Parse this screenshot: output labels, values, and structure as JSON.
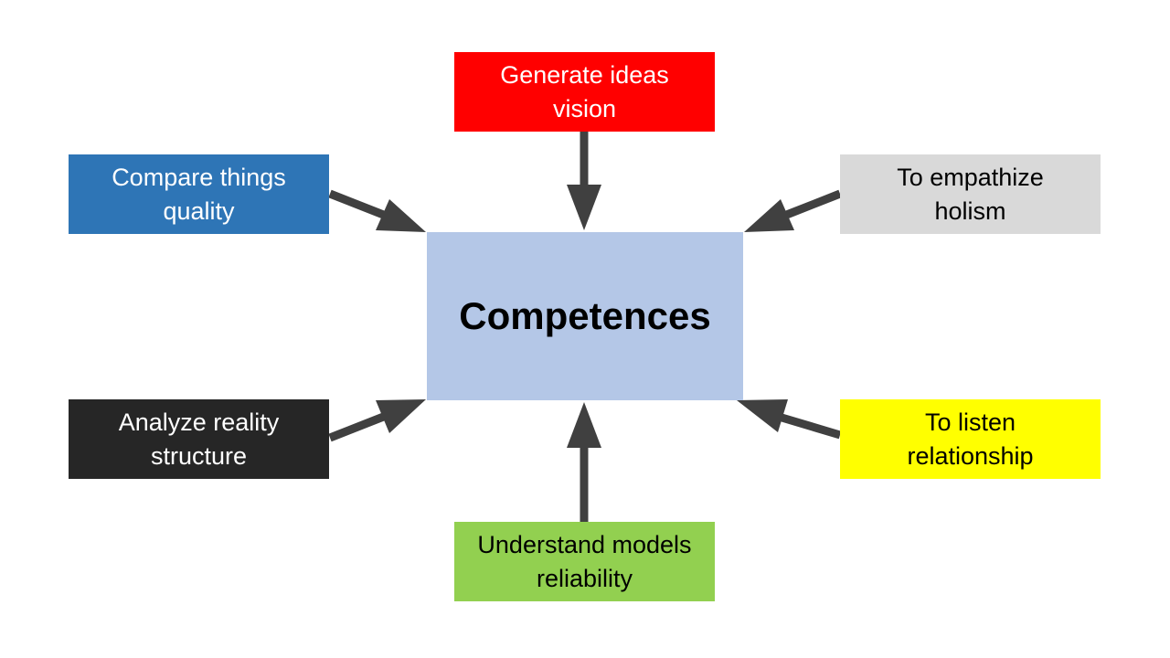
{
  "center": {
    "label": "Competences",
    "bg": "#b4c7e7",
    "fg": "#000000"
  },
  "nodes": [
    {
      "id": "top",
      "line1": "Generate ideas",
      "line2": "vision",
      "bg": "#ff0000",
      "fg": "#ffffff"
    },
    {
      "id": "tl",
      "line1": "Compare things",
      "line2": "quality",
      "bg": "#2e75b6",
      "fg": "#ffffff"
    },
    {
      "id": "tr",
      "line1": "To empathize",
      "line2": "holism",
      "bg": "#d9d9d9",
      "fg": "#000000"
    },
    {
      "id": "bl",
      "line1": "Analyze reality",
      "line2": "structure",
      "bg": "#262626",
      "fg": "#ffffff"
    },
    {
      "id": "br",
      "line1": "To listen",
      "line2": "relationship",
      "bg": "#ffff00",
      "fg": "#000000"
    },
    {
      "id": "bottom",
      "line1": "Understand models",
      "line2": "reliability",
      "bg": "#92d050",
      "fg": "#000000"
    }
  ],
  "arrow_color": "#404040"
}
